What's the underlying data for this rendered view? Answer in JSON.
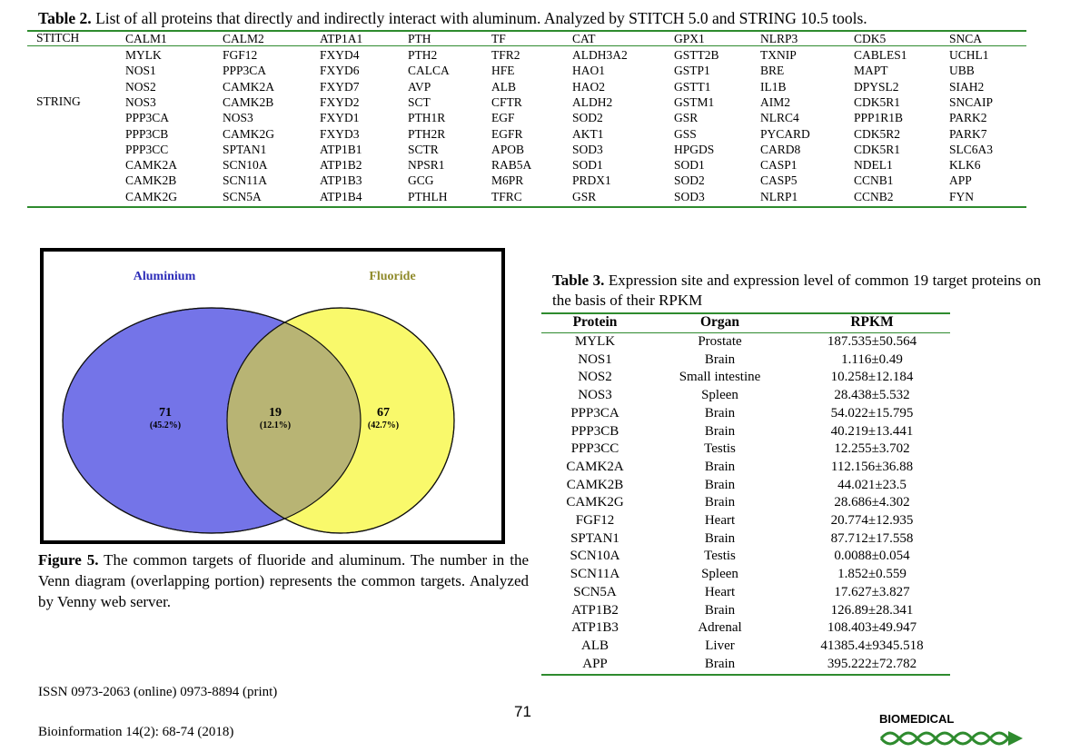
{
  "table2": {
    "caption_label": "Table 2.",
    "caption_text": " List of all proteins that directly and indirectly interact with aluminum. Analyzed by STITCH 5.0 and STRING 10.5 tools.",
    "stitch_label": "STITCH",
    "string_label": "STRING",
    "stitch_row": [
      "CALM1",
      "CALM2",
      "ATP1A1",
      "PTH",
      "TF",
      "CAT",
      "GPX1",
      "NLRP3",
      "CDK5",
      "SNCA"
    ],
    "string_rows": [
      [
        "MYLK",
        "FGF12",
        "FXYD4",
        "PTH2",
        "TFR2",
        "ALDH3A2",
        "GSTT2B",
        "TXNIP",
        "CABLES1",
        "UCHL1"
      ],
      [
        "NOS1",
        "PPP3CA",
        "FXYD6",
        "CALCA",
        "HFE",
        "HAO1",
        "GSTP1",
        "BRE",
        "MAPT",
        "UBB"
      ],
      [
        "NOS2",
        "CAMK2A",
        "FXYD7",
        "AVP",
        "ALB",
        "HAO2",
        "GSTT1",
        "IL1B",
        "DPYSL2",
        "SIAH2"
      ],
      [
        "NOS3",
        "CAMK2B",
        "FXYD2",
        "SCT",
        "CFTR",
        "ALDH2",
        "GSTM1",
        "AIM2",
        "CDK5R1",
        "SNCAIP"
      ],
      [
        "PPP3CA",
        "NOS3",
        "FXYD1",
        "PTH1R",
        "EGF",
        "SOD2",
        "GSR",
        "NLRC4",
        "PPP1R1B",
        "PARK2"
      ],
      [
        "PPP3CB",
        "CAMK2G",
        "FXYD3",
        "PTH2R",
        "EGFR",
        "AKT1",
        "GSS",
        "PYCARD",
        "CDK5R2",
        "PARK7"
      ],
      [
        "PPP3CC",
        "SPTAN1",
        "ATP1B1",
        "SCTR",
        "APOB",
        "SOD3",
        "HPGDS",
        "CARD8",
        "CDK5R1",
        "SLC6A3"
      ],
      [
        "CAMK2A",
        "SCN10A",
        "ATP1B2",
        "NPSR1",
        "RAB5A",
        "SOD1",
        "SOD1",
        "CASP1",
        "NDEL1",
        "KLK6"
      ],
      [
        "CAMK2B",
        "SCN11A",
        "ATP1B3",
        "GCG",
        "M6PR",
        "PRDX1",
        "SOD2",
        "CASP5",
        "CCNB1",
        "APP"
      ],
      [
        "CAMK2G",
        "SCN5A",
        "ATP1B4",
        "PTHLH",
        "TFRC",
        "GSR",
        "SOD3",
        "NLRP1",
        "CCNB2",
        "FYN"
      ]
    ]
  },
  "venn": {
    "left_title": "Aluminium",
    "right_title": "Fluoride",
    "left_count": "71",
    "left_pct": "(45.2%)",
    "overlap_count": "19",
    "overlap_pct": "(12.1%)",
    "right_count": "67",
    "right_pct": "(42.7%)",
    "colors": {
      "left": "#7474e8",
      "right": "#f9f96b",
      "overlap": "#b8b474",
      "left_title": "#2a2ab8",
      "right_title": "#8f8a2a"
    }
  },
  "figure5": {
    "label": "Figure 5.",
    "text": " The common targets of fluoride and aluminum. The number in the Venn diagram (overlapping portion) represents the common targets. Analyzed by Venny web server."
  },
  "table3": {
    "caption_label": "Table 3.",
    "caption_text": " Expression site and expression level of common 19 target proteins on the basis of their RPKM",
    "headers": [
      "Protein",
      "Organ",
      "RPKM"
    ],
    "rows": [
      [
        "MYLK",
        "Prostate",
        "187.535±50.564"
      ],
      [
        "NOS1",
        "Brain",
        "1.116±0.49"
      ],
      [
        "NOS2",
        "Small intestine",
        "10.258±12.184"
      ],
      [
        "NOS3",
        "Spleen",
        "28.438±5.532"
      ],
      [
        "PPP3CA",
        "Brain",
        "54.022±15.795"
      ],
      [
        "PPP3CB",
        "Brain",
        "40.219±13.441"
      ],
      [
        "PPP3CC",
        "Testis",
        "12.255±3.702"
      ],
      [
        "CAMK2A",
        "Brain",
        "112.156±36.88"
      ],
      [
        "CAMK2B",
        "Brain",
        "44.021±23.5"
      ],
      [
        "CAMK2G",
        "Brain",
        "28.686±4.302"
      ],
      [
        "FGF12",
        "Heart",
        "20.774±12.935"
      ],
      [
        "SPTAN1",
        "Brain",
        "87.712±17.558"
      ],
      [
        "SCN10A",
        "Testis",
        "0.0088±0.054"
      ],
      [
        "SCN11A",
        "Spleen",
        "1.852±0.559"
      ],
      [
        "SCN5A",
        "Heart",
        "17.627±3.827"
      ],
      [
        "ATP1B2",
        "Brain",
        "126.89±28.341"
      ],
      [
        "ATP1B3",
        "Adrenal",
        "108.403±49.947"
      ],
      [
        "ALB",
        "Liver",
        "41385.4±9345.518"
      ],
      [
        "APP",
        "Brain",
        "395.222±72.782"
      ]
    ]
  },
  "footer": {
    "issn": "ISSN 0973-2063 (online) 0973-8894 (print)",
    "page_number": "71",
    "journal": "Bioinformation 14(2): 68-74 (2018)",
    "logo_text": "BIOMEDICAL"
  }
}
